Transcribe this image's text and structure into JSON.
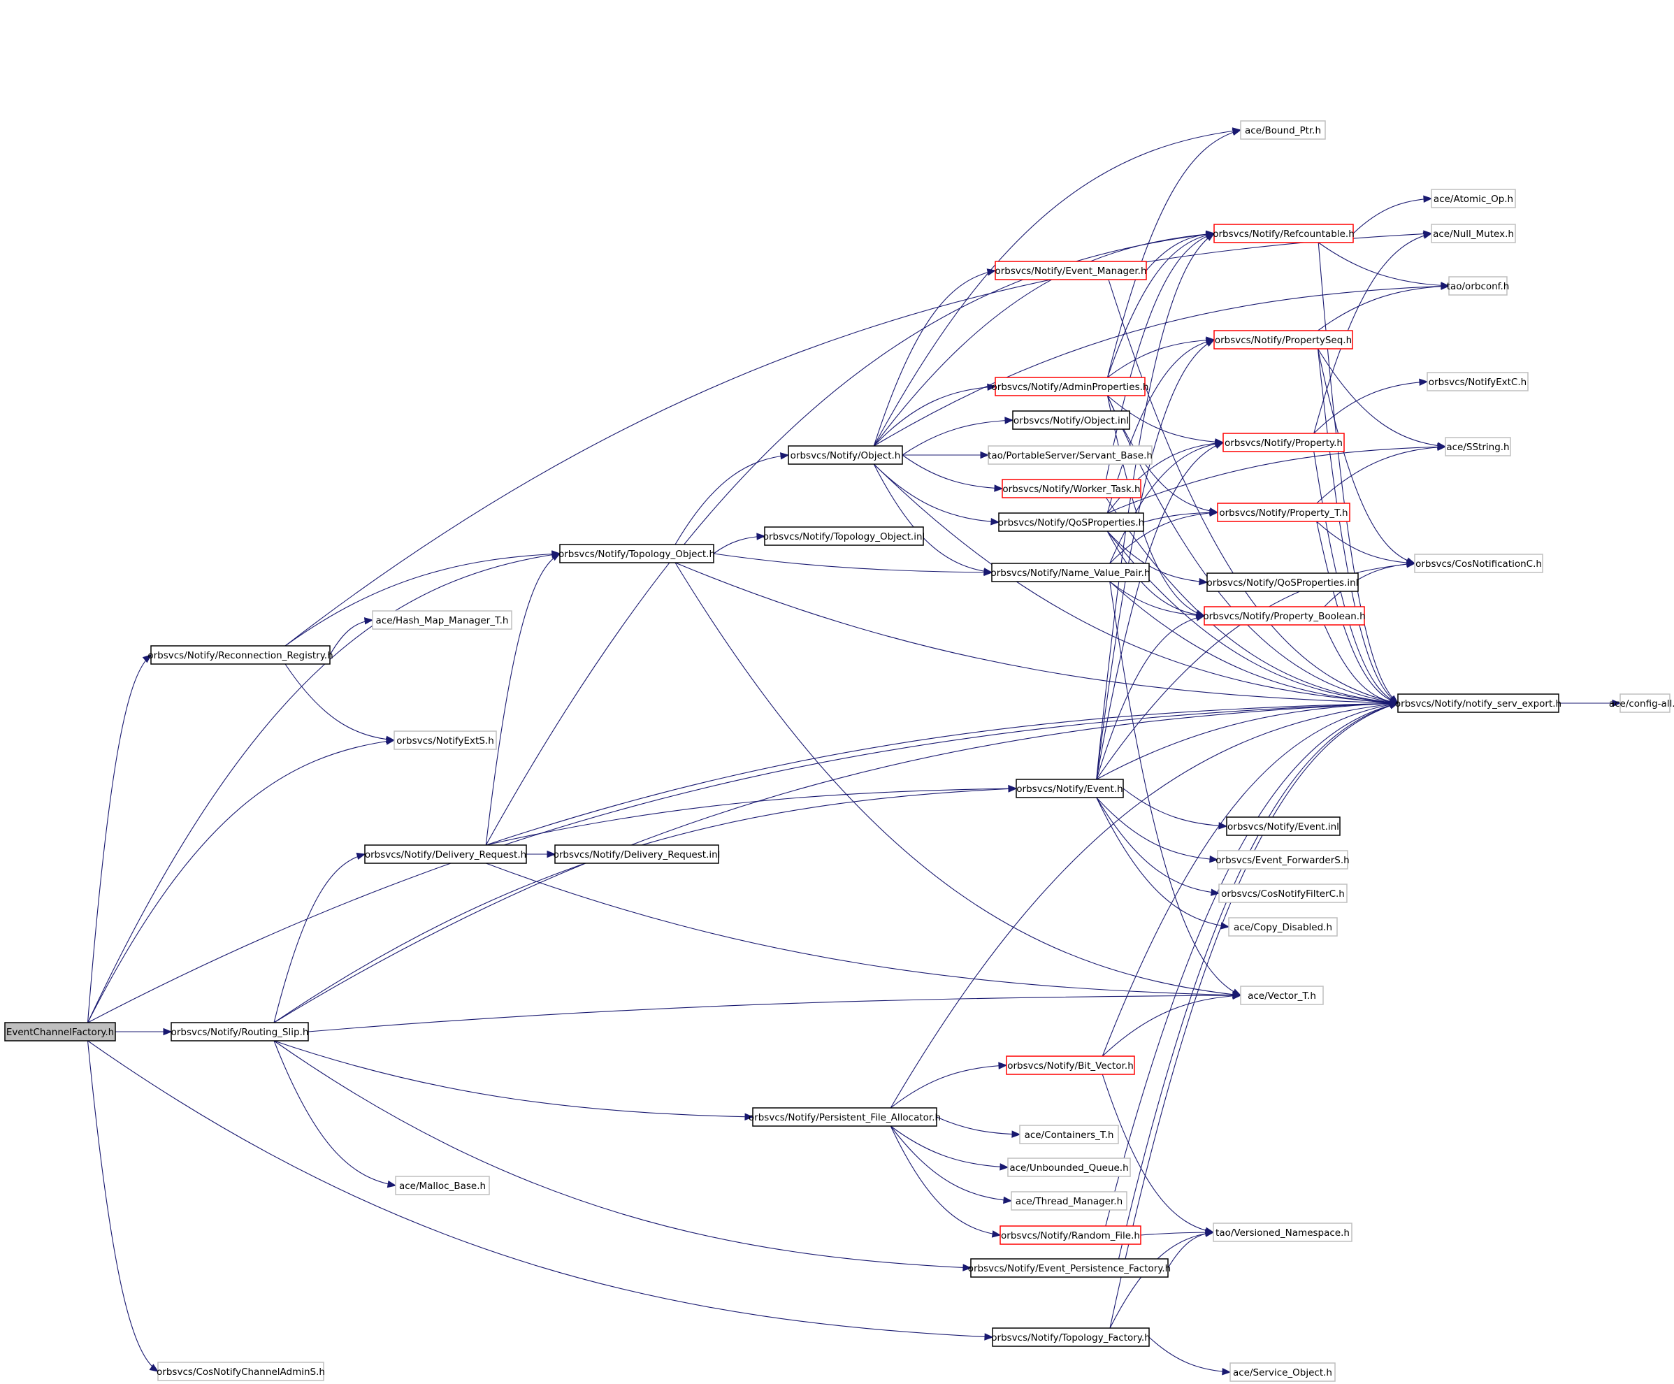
{
  "diagram": {
    "kind": "include dependency graph",
    "colors": {
      "edge": "#191970",
      "root_fill": "#bfbfbf",
      "border_documented": "#000000",
      "border_truncated": "#ff0000",
      "border_external": "#bfbfbf"
    },
    "nodes": [
      {
        "id": "root",
        "label": "EventChannelFactory.h",
        "style": "root"
      },
      {
        "id": "routing_slip",
        "label": "orbsvcs/Notify/Routing_Slip.h",
        "style": "doc"
      },
      {
        "id": "reconnection_registry",
        "label": "orbsvcs/Notify/Reconnection_Registry.h",
        "style": "doc"
      },
      {
        "id": "notifyexts",
        "label": "orbsvcs/NotifyExtS.h",
        "style": "ext"
      },
      {
        "id": "cosnotifychanneladmins",
        "label": "orbsvcs/CosNotifyChannelAdminS.h",
        "style": "ext"
      },
      {
        "id": "hash_map_manager",
        "label": "ace/Hash_Map_Manager_T.h",
        "style": "ext"
      },
      {
        "id": "topology_object",
        "label": "orbsvcs/Notify/Topology_Object.h",
        "style": "doc"
      },
      {
        "id": "delivery_request",
        "label": "orbsvcs/Notify/Delivery_Request.h",
        "style": "doc"
      },
      {
        "id": "delivery_request_inl",
        "label": "orbsvcs/Notify/Delivery_Request.inl",
        "style": "doc"
      },
      {
        "id": "malloc_base",
        "label": "ace/Malloc_Base.h",
        "style": "ext"
      },
      {
        "id": "topology_object_inl",
        "label": "orbsvcs/Notify/Topology_Object.inl",
        "style": "doc"
      },
      {
        "id": "object_h",
        "label": "orbsvcs/Notify/Object.h",
        "style": "doc"
      },
      {
        "id": "event_h",
        "label": "orbsvcs/Notify/Event.h",
        "style": "doc"
      },
      {
        "id": "persistent_file_allocator",
        "label": "orbsvcs/Notify/Persistent_File_Allocator.h",
        "style": "doc"
      },
      {
        "id": "event_persistence_factory",
        "label": "orbsvcs/Notify/Event_Persistence_Factory.h",
        "style": "doc"
      },
      {
        "id": "topology_factory",
        "label": "orbsvcs/Notify/Topology_Factory.h",
        "style": "doc"
      },
      {
        "id": "event_manager",
        "label": "orbsvcs/Notify/Event_Manager.h",
        "style": "red"
      },
      {
        "id": "admin_properties",
        "label": "orbsvcs/Notify/AdminProperties.h",
        "style": "red"
      },
      {
        "id": "object_inl",
        "label": "orbsvcs/Notify/Object.inl",
        "style": "doc"
      },
      {
        "id": "servant_base",
        "label": "tao/PortableServer/Servant_Base.h",
        "style": "ext"
      },
      {
        "id": "worker_task",
        "label": "orbsvcs/Notify/Worker_Task.h",
        "style": "red"
      },
      {
        "id": "qos_properties",
        "label": "orbsvcs/Notify/QoSProperties.h",
        "style": "doc"
      },
      {
        "id": "name_value_pair",
        "label": "orbsvcs/Notify/Name_Value_Pair.h",
        "style": "doc"
      },
      {
        "id": "bit_vector",
        "label": "orbsvcs/Notify/Bit_Vector.h",
        "style": "red"
      },
      {
        "id": "containers_t",
        "label": "ace/Containers_T.h",
        "style": "ext"
      },
      {
        "id": "unbounded_queue",
        "label": "ace/Unbounded_Queue.h",
        "style": "ext"
      },
      {
        "id": "thread_manager",
        "label": "ace/Thread_Manager.h",
        "style": "ext"
      },
      {
        "id": "random_file",
        "label": "orbsvcs/Notify/Random_File.h",
        "style": "red"
      },
      {
        "id": "bound_ptr",
        "label": "ace/Bound_Ptr.h",
        "style": "ext"
      },
      {
        "id": "refcountable",
        "label": "orbsvcs/Notify/Refcountable.h",
        "style": "red"
      },
      {
        "id": "propertyseq",
        "label": "orbsvcs/Notify/PropertySeq.h",
        "style": "red"
      },
      {
        "id": "property_h",
        "label": "orbsvcs/Notify/Property.h",
        "style": "red"
      },
      {
        "id": "property_t",
        "label": "orbsvcs/Notify/Property_T.h",
        "style": "red"
      },
      {
        "id": "qos_properties_inl",
        "label": "orbsvcs/Notify/QoSProperties.inl",
        "style": "doc"
      },
      {
        "id": "property_boolean",
        "label": "orbsvcs/Notify/Property_Boolean.h",
        "style": "red"
      },
      {
        "id": "event_inl",
        "label": "orbsvcs/Notify/Event.inl",
        "style": "doc"
      },
      {
        "id": "event_forwarders",
        "label": "orbsvcs/Event_ForwarderS.h",
        "style": "ext"
      },
      {
        "id": "cosnotifyfilterc",
        "label": "orbsvcs/CosNotifyFilterC.h",
        "style": "ext"
      },
      {
        "id": "copy_disabled",
        "label": "ace/Copy_Disabled.h",
        "style": "ext"
      },
      {
        "id": "vector_t",
        "label": "ace/Vector_T.h",
        "style": "ext"
      },
      {
        "id": "versioned_namespace",
        "label": "tao/Versioned_Namespace.h",
        "style": "ext"
      },
      {
        "id": "service_object",
        "label": "ace/Service_Object.h",
        "style": "ext"
      },
      {
        "id": "atomic_op",
        "label": "ace/Atomic_Op.h",
        "style": "ext"
      },
      {
        "id": "null_mutex",
        "label": "ace/Null_Mutex.h",
        "style": "ext"
      },
      {
        "id": "orbconf",
        "label": "tao/orbconf.h",
        "style": "ext"
      },
      {
        "id": "notifyextc",
        "label": "orbsvcs/NotifyExtC.h",
        "style": "ext"
      },
      {
        "id": "sstring",
        "label": "ace/SString.h",
        "style": "ext"
      },
      {
        "id": "cosnotificationc",
        "label": "orbsvcs/CosNotificationC.h",
        "style": "ext"
      },
      {
        "id": "notify_serv_export",
        "label": "orbsvcs/Notify/notify_serv_export.h",
        "style": "doc"
      },
      {
        "id": "config_all",
        "label": "ace/config-all.h",
        "style": "ext"
      }
    ],
    "edges": [
      [
        "root",
        "routing_slip"
      ],
      [
        "root",
        "reconnection_registry"
      ],
      [
        "root",
        "notifyexts"
      ],
      [
        "root",
        "cosnotifychanneladmins"
      ],
      [
        "root",
        "topology_object"
      ],
      [
        "root",
        "topology_factory"
      ],
      [
        "root",
        "notify_serv_export"
      ],
      [
        "reconnection_registry",
        "hash_map_manager"
      ],
      [
        "reconnection_registry",
        "topology_object"
      ],
      [
        "reconnection_registry",
        "notifyexts"
      ],
      [
        "reconnection_registry",
        "null_mutex"
      ],
      [
        "topology_object",
        "object_h"
      ],
      [
        "topology_object",
        "topology_object_inl"
      ],
      [
        "topology_object",
        "name_value_pair"
      ],
      [
        "topology_object",
        "vector_t"
      ],
      [
        "topology_object",
        "notify_serv_export"
      ],
      [
        "routing_slip",
        "delivery_request"
      ],
      [
        "routing_slip",
        "event_h"
      ],
      [
        "routing_slip",
        "malloc_base"
      ],
      [
        "routing_slip",
        "persistent_file_allocator"
      ],
      [
        "routing_slip",
        "event_persistence_factory"
      ],
      [
        "routing_slip",
        "vector_t"
      ],
      [
        "routing_slip",
        "notify_serv_export"
      ],
      [
        "delivery_request",
        "delivery_request_inl"
      ],
      [
        "delivery_request",
        "event_h"
      ],
      [
        "delivery_request",
        "topology_object"
      ],
      [
        "delivery_request",
        "vector_t"
      ],
      [
        "delivery_request",
        "notify_serv_export"
      ],
      [
        "delivery_request",
        "refcountable"
      ],
      [
        "object_h",
        "event_manager"
      ],
      [
        "object_h",
        "admin_properties"
      ],
      [
        "object_h",
        "object_inl"
      ],
      [
        "object_h",
        "servant_base"
      ],
      [
        "object_h",
        "worker_task"
      ],
      [
        "object_h",
        "qos_properties"
      ],
      [
        "object_h",
        "name_value_pair"
      ],
      [
        "object_h",
        "refcountable"
      ],
      [
        "object_h",
        "bound_ptr"
      ],
      [
        "object_h",
        "orbconf"
      ],
      [
        "object_h",
        "notify_serv_export"
      ],
      [
        "event_manager",
        "refcountable"
      ],
      [
        "event_manager",
        "notify_serv_export"
      ],
      [
        "admin_properties",
        "propertyseq"
      ],
      [
        "admin_properties",
        "property_h"
      ],
      [
        "admin_properties",
        "property_t"
      ],
      [
        "admin_properties",
        "property_boolean"
      ],
      [
        "admin_properties",
        "notify_serv_export"
      ],
      [
        "admin_properties",
        "refcountable"
      ],
      [
        "admin_properties",
        "bound_ptr"
      ],
      [
        "worker_task",
        "notify_serv_export"
      ],
      [
        "worker_task",
        "refcountable"
      ],
      [
        "qos_properties",
        "property_h"
      ],
      [
        "qos_properties",
        "property_t"
      ],
      [
        "qos_properties",
        "qos_properties_inl"
      ],
      [
        "qos_properties",
        "property_boolean"
      ],
      [
        "qos_properties",
        "propertyseq"
      ],
      [
        "qos_properties",
        "notify_serv_export"
      ],
      [
        "qos_properties",
        "sstring"
      ],
      [
        "name_value_pair",
        "property_h"
      ],
      [
        "name_value_pair",
        "property_t"
      ],
      [
        "name_value_pair",
        "property_boolean"
      ],
      [
        "name_value_pair",
        "notify_serv_export"
      ],
      [
        "name_value_pair",
        "vector_t"
      ],
      [
        "event_h",
        "event_inl"
      ],
      [
        "event_h",
        "event_forwarders"
      ],
      [
        "event_h",
        "cosnotifyfilterc"
      ],
      [
        "event_h",
        "copy_disabled"
      ],
      [
        "event_h",
        "refcountable"
      ],
      [
        "event_h",
        "propertyseq"
      ],
      [
        "event_h",
        "property_h"
      ],
      [
        "event_h",
        "property_boolean"
      ],
      [
        "event_h",
        "cosnotificationc"
      ],
      [
        "event_h",
        "notify_serv_export"
      ],
      [
        "refcountable",
        "atomic_op"
      ],
      [
        "refcountable",
        "orbconf"
      ],
      [
        "refcountable",
        "notify_serv_export"
      ],
      [
        "propertyseq",
        "orbconf"
      ],
      [
        "propertyseq",
        "sstring"
      ],
      [
        "propertyseq",
        "cosnotificationc"
      ],
      [
        "propertyseq",
        "notify_serv_export"
      ],
      [
        "property_h",
        "notifyextc"
      ],
      [
        "property_h",
        "null_mutex"
      ],
      [
        "property_h",
        "notify_serv_export"
      ],
      [
        "property_t",
        "sstring"
      ],
      [
        "property_t",
        "cosnotificationc"
      ],
      [
        "property_t",
        "notify_serv_export"
      ],
      [
        "property_boolean",
        "cosnotificationc"
      ],
      [
        "property_boolean",
        "notify_serv_export"
      ],
      [
        "persistent_file_allocator",
        "bit_vector"
      ],
      [
        "persistent_file_allocator",
        "containers_t"
      ],
      [
        "persistent_file_allocator",
        "unbounded_queue"
      ],
      [
        "persistent_file_allocator",
        "thread_manager"
      ],
      [
        "persistent_file_allocator",
        "random_file"
      ],
      [
        "persistent_file_allocator",
        "notify_serv_export"
      ],
      [
        "bit_vector",
        "vector_t"
      ],
      [
        "bit_vector",
        "versioned_namespace"
      ],
      [
        "bit_vector",
        "notify_serv_export"
      ],
      [
        "random_file",
        "versioned_namespace"
      ],
      [
        "random_file",
        "notify_serv_export"
      ],
      [
        "event_persistence_factory",
        "versioned_namespace"
      ],
      [
        "event_persistence_factory",
        "notify_serv_export"
      ],
      [
        "topology_factory",
        "service_object"
      ],
      [
        "topology_factory",
        "versioned_namespace"
      ],
      [
        "topology_factory",
        "notify_serv_export"
      ],
      [
        "notify_serv_export",
        "config_all"
      ]
    ]
  }
}
